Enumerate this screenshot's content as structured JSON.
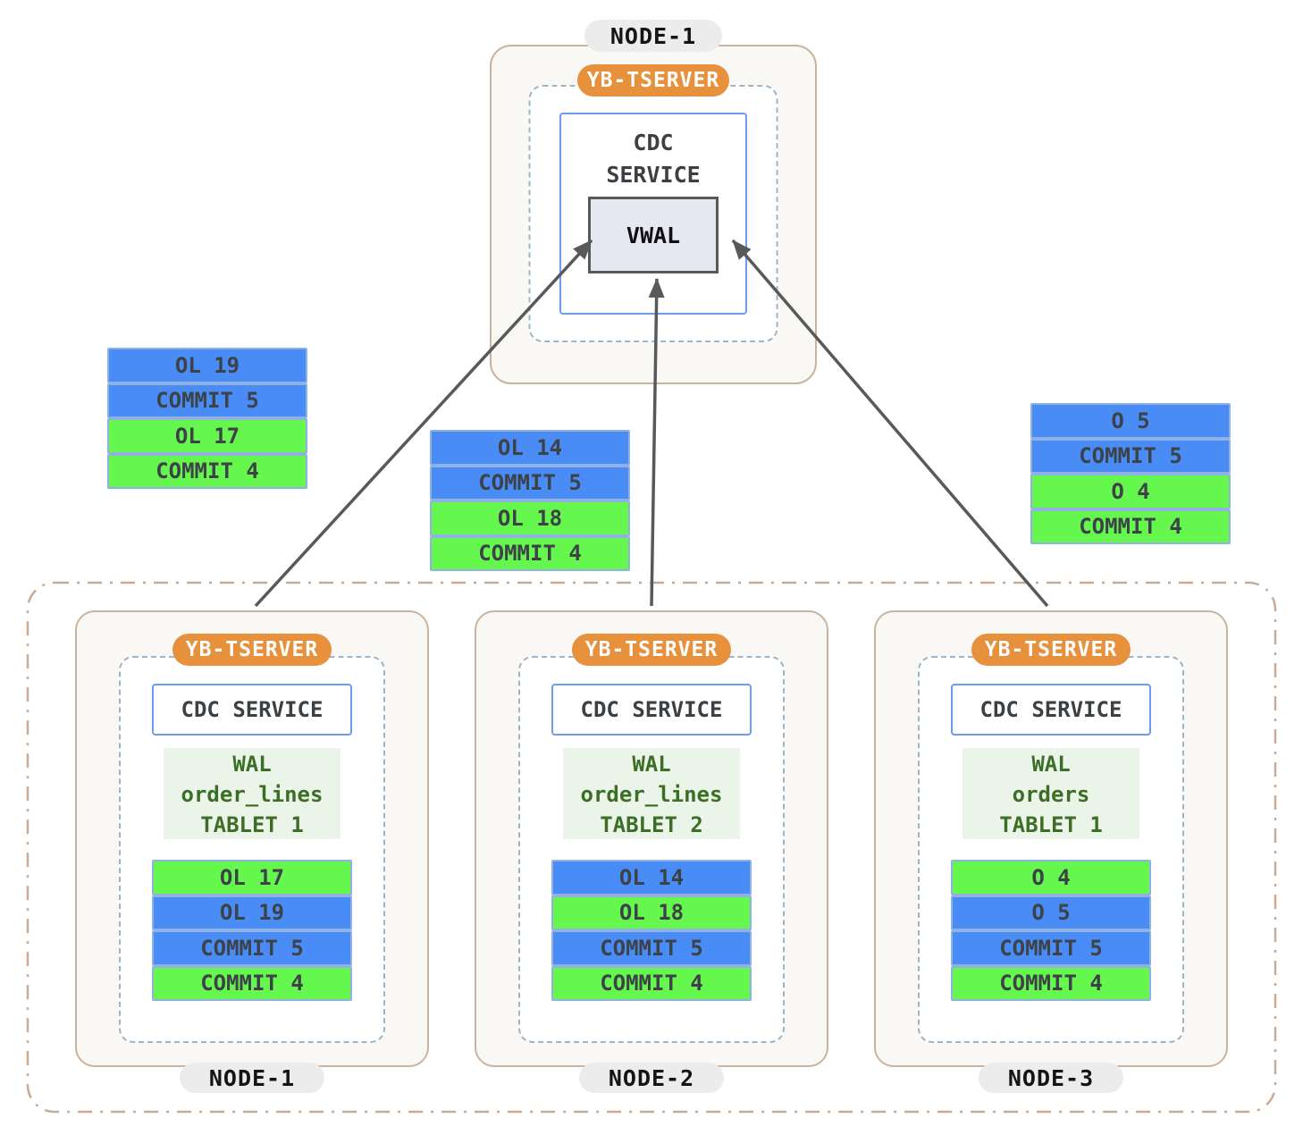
{
  "colors": {
    "blue": "#4a8cf5",
    "green": "#66f74e",
    "orange": "#e8913d",
    "arrow": "#58595b"
  },
  "top_node": {
    "title": "NODE-1",
    "tserver": "YB-TSERVER",
    "cdc_service": {
      "line1": "CDC",
      "line2": "SERVICE"
    },
    "vwal": "VWAL"
  },
  "floating_stacks": {
    "left": {
      "rows": [
        {
          "label": "OL 19",
          "color": "blue"
        },
        {
          "label": "COMMIT 5",
          "color": "blue"
        },
        {
          "label": "OL 17",
          "color": "green"
        },
        {
          "label": "COMMIT 4",
          "color": "green"
        }
      ]
    },
    "middle": {
      "rows": [
        {
          "label": "OL 14",
          "color": "blue"
        },
        {
          "label": "COMMIT 5",
          "color": "blue"
        },
        {
          "label": "OL 18",
          "color": "green"
        },
        {
          "label": "COMMIT 4",
          "color": "green"
        }
      ]
    },
    "right": {
      "rows": [
        {
          "label": "O 5",
          "color": "blue"
        },
        {
          "label": "COMMIT 5",
          "color": "blue"
        },
        {
          "label": "O 4",
          "color": "green"
        },
        {
          "label": "COMMIT 4",
          "color": "green"
        }
      ]
    }
  },
  "cluster_nodes": [
    {
      "title": "NODE-1",
      "tserver": "YB-TSERVER",
      "cdc_service": "CDC SERVICE",
      "wal": {
        "line1": "WAL",
        "line2": "order_lines",
        "line3": "TABLET 1"
      },
      "rows": [
        {
          "label": "OL 17",
          "color": "green"
        },
        {
          "label": "OL 19",
          "color": "blue"
        },
        {
          "label": "COMMIT 5",
          "color": "blue"
        },
        {
          "label": "COMMIT 4",
          "color": "green"
        }
      ]
    },
    {
      "title": "NODE-2",
      "tserver": "YB-TSERVER",
      "cdc_service": "CDC SERVICE",
      "wal": {
        "line1": "WAL",
        "line2": "order_lines",
        "line3": "TABLET 2"
      },
      "rows": [
        {
          "label": "OL 14",
          "color": "blue"
        },
        {
          "label": "OL 18",
          "color": "green"
        },
        {
          "label": "COMMIT 5",
          "color": "blue"
        },
        {
          "label": "COMMIT 4",
          "color": "green"
        }
      ]
    },
    {
      "title": "NODE-3",
      "tserver": "YB-TSERVER",
      "cdc_service": "CDC SERVICE",
      "wal": {
        "line1": "WAL",
        "line2": "orders",
        "line3": "TABLET 1"
      },
      "rows": [
        {
          "label": "O 4",
          "color": "green"
        },
        {
          "label": "O 5",
          "color": "blue"
        },
        {
          "label": "COMMIT 5",
          "color": "blue"
        },
        {
          "label": "COMMIT 4",
          "color": "green"
        }
      ]
    }
  ]
}
